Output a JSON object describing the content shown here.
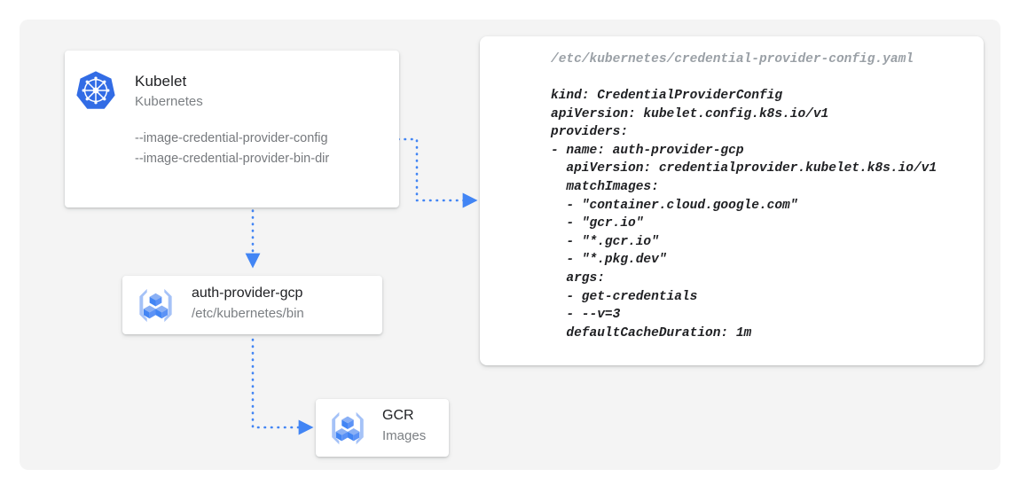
{
  "theme": {
    "page_background": "#ffffff",
    "panel_background": "#f4f4f4",
    "card_background": "#ffffff",
    "accent_blue": "#4285f4",
    "k8s_blue": "#326ce5",
    "title_color": "#202124",
    "subtitle_color": "#7b7f83",
    "flag_color": "#76797d",
    "filename_color": "#9aa0a6"
  },
  "kubelet_card": {
    "icon": "kubernetes-icon",
    "title": "Kubelet",
    "subtitle": "Kubernetes",
    "flags": [
      "--image-credential-provider-config",
      "--image-credential-provider-bin-dir"
    ]
  },
  "auth_provider_card": {
    "icon": "gcp-cubes-icon",
    "title": "auth-provider-gcp",
    "subtitle": "/etc/kubernetes/bin"
  },
  "gcr_card": {
    "icon": "gcp-cubes-icon",
    "title": "GCR",
    "subtitle": "Images"
  },
  "yaml_card": {
    "filename": "/etc/kubernetes/credential-provider-config.yaml",
    "lines": [
      "kind: CredentialProviderConfig",
      "apiVersion: kubelet.config.k8s.io/v1",
      "providers:",
      "- name: auth-provider-gcp",
      "  apiVersion: credentialprovider.kubelet.k8s.io/v1",
      "  matchImages:",
      "  - \"container.cloud.google.com\"",
      "  - \"gcr.io\"",
      "  - \"*.gcr.io\"",
      "  - \"*.pkg.dev\"",
      "  args:",
      "  - get-credentials",
      "  - --v=3",
      "  defaultCacheDuration: 1m"
    ]
  },
  "connectors": [
    {
      "name": "config-flag-to-yaml",
      "from": "kubelet-config-flag",
      "to": "yaml-card",
      "style": "dotted-arrow"
    },
    {
      "name": "kubelet-to-auth-provider",
      "from": "kubelet-card",
      "to": "auth-provider-card",
      "style": "dotted-arrow"
    },
    {
      "name": "auth-provider-to-gcr",
      "from": "auth-provider-card",
      "to": "gcr-card",
      "style": "dotted-arrow"
    }
  ]
}
